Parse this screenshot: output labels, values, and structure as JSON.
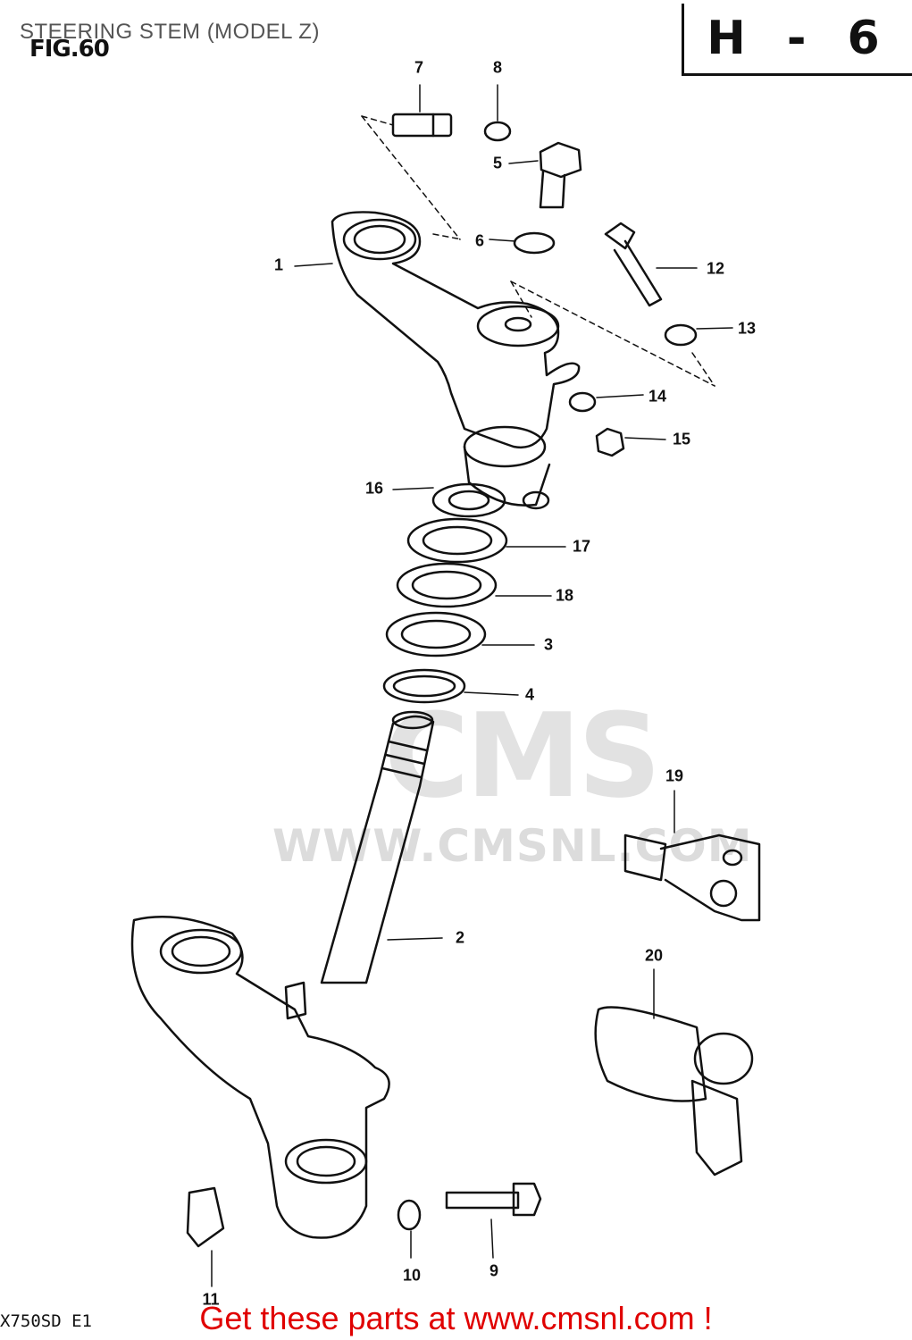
{
  "page": {
    "title": "STEERING STEM (MODEL Z)",
    "figure": "FIG.60",
    "section": "H - 6",
    "model_code": "X750SD E1",
    "cta": "Get these parts at www.cmsnl.com !"
  },
  "watermark": {
    "brand": "CMS",
    "url": "WWW.CMSNL.COM"
  },
  "callouts": [
    {
      "id": "1",
      "label": "1"
    },
    {
      "id": "2",
      "label": "2"
    },
    {
      "id": "3",
      "label": "3"
    },
    {
      "id": "4",
      "label": "4"
    },
    {
      "id": "5",
      "label": "5"
    },
    {
      "id": "6",
      "label": "6"
    },
    {
      "id": "7",
      "label": "7"
    },
    {
      "id": "8",
      "label": "8"
    },
    {
      "id": "9",
      "label": "9"
    },
    {
      "id": "10",
      "label": "10"
    },
    {
      "id": "11",
      "label": "11"
    },
    {
      "id": "12",
      "label": "12"
    },
    {
      "id": "13",
      "label": "13"
    },
    {
      "id": "14",
      "label": "14"
    },
    {
      "id": "15",
      "label": "15"
    },
    {
      "id": "16",
      "label": "16"
    },
    {
      "id": "17",
      "label": "17"
    },
    {
      "id": "18",
      "label": "18"
    },
    {
      "id": "19",
      "label": "19"
    },
    {
      "id": "20",
      "label": "20"
    }
  ]
}
